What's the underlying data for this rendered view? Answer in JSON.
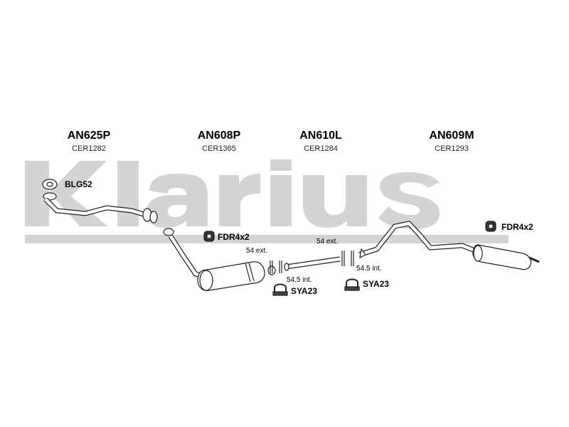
{
  "brand": {
    "logo_text": "Klarius",
    "watermark_color": "#cfcfcf"
  },
  "parts": [
    {
      "code": "AN625P",
      "ref": "CER1282"
    },
    {
      "code": "AN608P",
      "ref": "CER1365"
    },
    {
      "code": "AN610L",
      "ref": "CER1284"
    },
    {
      "code": "AN609M",
      "ref": "CER1293"
    }
  ],
  "fittings": {
    "gasket": "BLG52",
    "mount_left": "FDR4x2",
    "mount_right": "FDR4x2",
    "clamp_left": "SYA23",
    "clamp_right": "SYA23"
  },
  "dimensions": {
    "ext_left": "54 ext.",
    "int_left": "54.5 int.",
    "ext_right": "54 ext.",
    "int_right": "54.5 int."
  }
}
